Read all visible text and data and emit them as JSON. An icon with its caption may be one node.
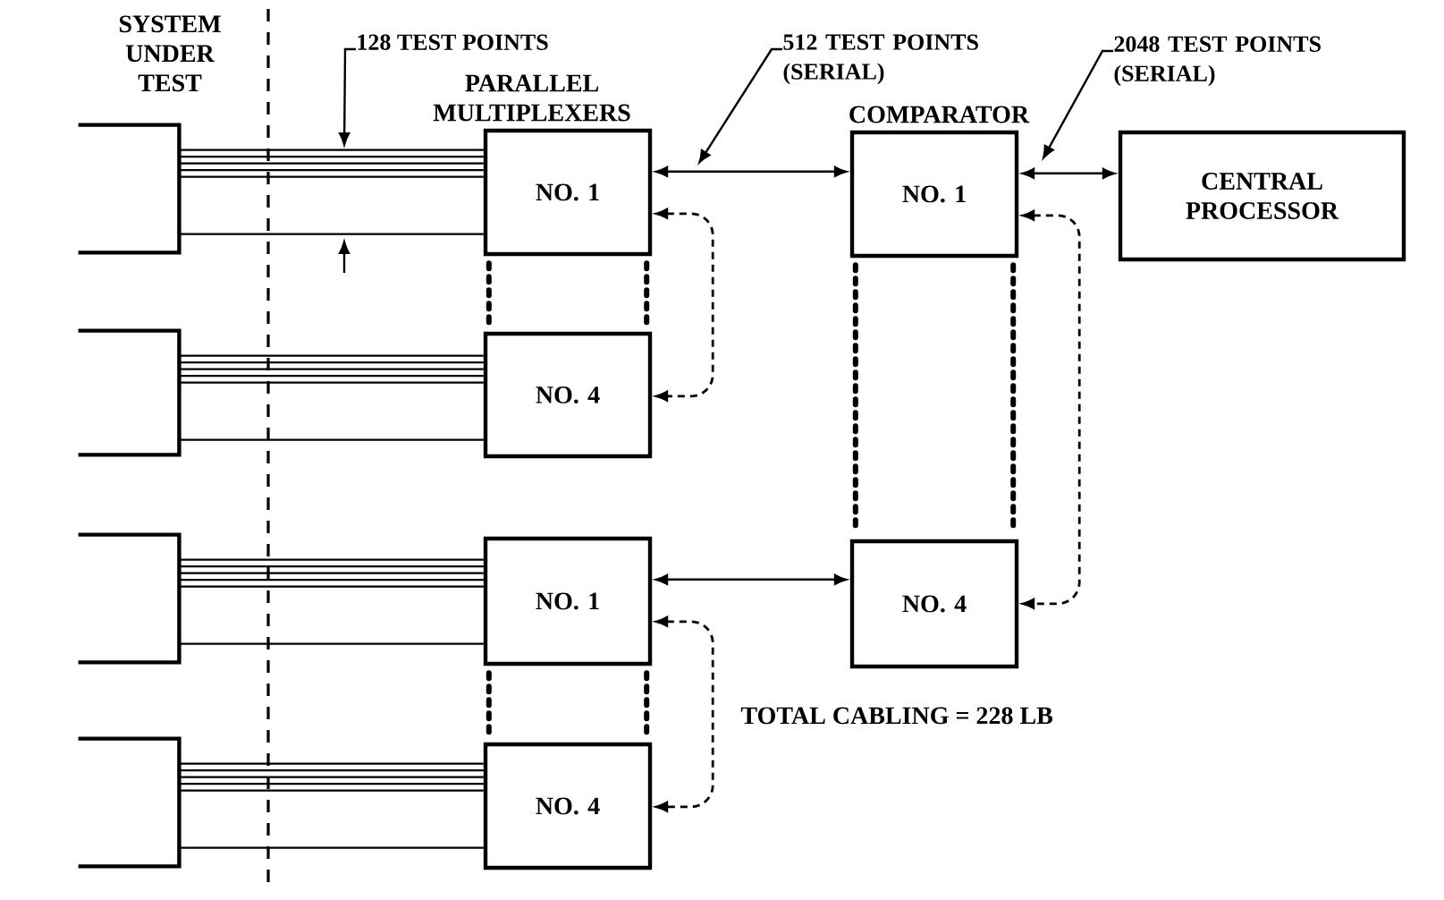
{
  "diagram": {
    "nodes": [
      {
        "text": [
          "128 TEST POINTS"
        ]
      },
      {
        "text": [
          "512 TEST POINTS (SERIAL)"
        ]
      },
      {
        "text": [
          "2048 TEST POINTS (SERIAL)"
        ]
      },
      {
        "text": [],
        "shape": "bracket"
      },
      {
        "text": [],
        "shape": "bracket"
      },
      {
        "text": [],
        "shape": "bracket"
      },
      {
        "text": [],
        "shape": "bracket"
      },
      {
        "text": [
          "NO. 1"
        ],
        "beside": [
          "PARALLEL MULTIPLEXERS"
        ]
      },
      {
        "text": [
          "NO. 4"
        ]
      },
      {
        "text": [
          "NO. 1"
        ]
      },
      {
        "text": [
          "NO. 4"
        ]
      },
      {
        "text": [
          "NO. 1"
        ],
        "beside": [
          "COMPARATOR"
        ]
      },
      {
        "text": [
          "NO. 4"
        ]
      },
      {
        "text": [
          "CENTRAL PROCESSOR"
        ]
      }
    ],
    "edges": [
      {
        "from": 0,
        "to": null,
        "arrow": "to"
      },
      {
        "from": 1,
        "to": null,
        "arrow": "to"
      },
      {
        "from": 2,
        "to": null,
        "arrow": "to"
      },
      {
        "from": 3,
        "to": 7,
        "arrow": "none"
      },
      {
        "from": 3,
        "to": 7,
        "arrow": "none"
      },
      {
        "from": 3,
        "to": 7,
        "arrow": "none"
      },
      {
        "from": 3,
        "to": 7,
        "arrow": "none"
      },
      {
        "from": 3,
        "to": 7,
        "arrow": "none"
      },
      {
        "from": 3,
        "to": 7,
        "arrow": "none"
      },
      {
        "from": 4,
        "to": 8,
        "arrow": "none"
      },
      {
        "from": 4,
        "to": 8,
        "arrow": "none"
      },
      {
        "from": 4,
        "to": 8,
        "arrow": "none"
      },
      {
        "from": 4,
        "to": 8,
        "arrow": "none"
      },
      {
        "from": 4,
        "to": 8,
        "arrow": "none"
      },
      {
        "from": 4,
        "to": 8,
        "arrow": "none"
      },
      {
        "from": 5,
        "to": 9,
        "arrow": "none"
      },
      {
        "from": 5,
        "to": 9,
        "arrow": "none"
      },
      {
        "from": 5,
        "to": 9,
        "arrow": "none"
      },
      {
        "from": 5,
        "to": 9,
        "arrow": "none"
      },
      {
        "from": 5,
        "to": 9,
        "arrow": "none"
      },
      {
        "from": 5,
        "to": 9,
        "arrow": "none"
      },
      {
        "from": 6,
        "to": 10,
        "arrow": "none"
      },
      {
        "from": 6,
        "to": 10,
        "arrow": "none"
      },
      {
        "from": 6,
        "to": 10,
        "arrow": "none"
      },
      {
        "from": 6,
        "to": 10,
        "arrow": "none"
      },
      {
        "from": 6,
        "to": 10,
        "arrow": "none"
      },
      {
        "from": 6,
        "to": 10,
        "arrow": "none"
      },
      {
        "from": 7,
        "to": 11,
        "arrow": "both"
      },
      {
        "from": 11,
        "to": 13,
        "arrow": "both"
      },
      {
        "from": 9,
        "to": 12,
        "arrow": "both"
      },
      {
        "from": 7,
        "to": 8,
        "arrow": "both",
        "style": "dashed"
      },
      {
        "from": 11,
        "to": 12,
        "arrow": "both",
        "style": "dashed"
      },
      {
        "from": 9,
        "to": 10,
        "arrow": "both",
        "style": "dashed"
      },
      {
        "from": 7,
        "to": 8,
        "arrow": "none",
        "style": "dashed"
      },
      {
        "from": 7,
        "to": 8,
        "arrow": "none",
        "style": "dashed"
      },
      {
        "from": 11,
        "to": 12,
        "arrow": "none",
        "style": "dashed"
      },
      {
        "from": 11,
        "to": 12,
        "arrow": "none",
        "style": "dashed"
      },
      {
        "from": 9,
        "to": 10,
        "arrow": "none",
        "style": "dashed"
      },
      {
        "from": 9,
        "to": 10,
        "arrow": "none",
        "style": "dashed"
      }
    ],
    "labels": [
      "SYSTEM UNDER TEST",
      "TOTAL CABLING = 228 LB"
    ]
  }
}
